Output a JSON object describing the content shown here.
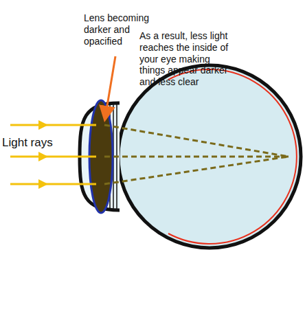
{
  "diagram": {
    "labels": [
      "Lens becoming darker and opacified",
      "As a result, less light reaches the inside of your eye making things appear darker and less clear",
      "Light rays"
    ]
  }
}
